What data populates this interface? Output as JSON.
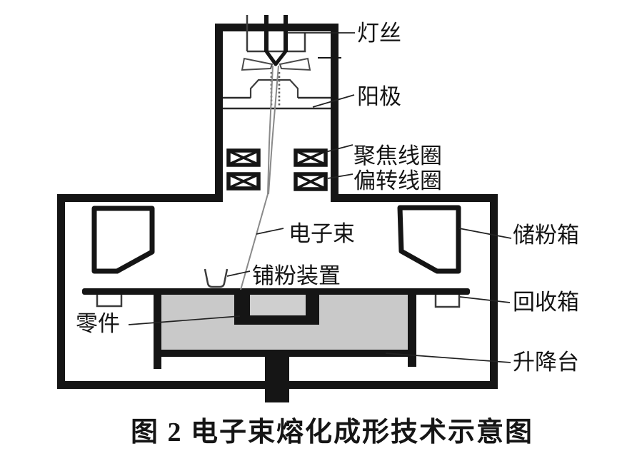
{
  "figure": {
    "caption": "图 2  电子束熔化成形技术示意图",
    "labels": {
      "filament": "灯丝",
      "anode": "阳极",
      "focusing_coil": "聚焦线圈",
      "deflection_coil": "偏转线圈",
      "electron_beam": "电子束",
      "powder_hopper": "储粉箱",
      "powder_spreader": "铺粉装置",
      "recovery_box": "回收箱",
      "part": "零件",
      "lift_platform": "升降台"
    },
    "colors": {
      "line": "#151515",
      "inner_line": "#3c3c3c",
      "powder": "#c9c9c9",
      "beam": "#8a8a8a",
      "background": "#ffffff"
    }
  }
}
